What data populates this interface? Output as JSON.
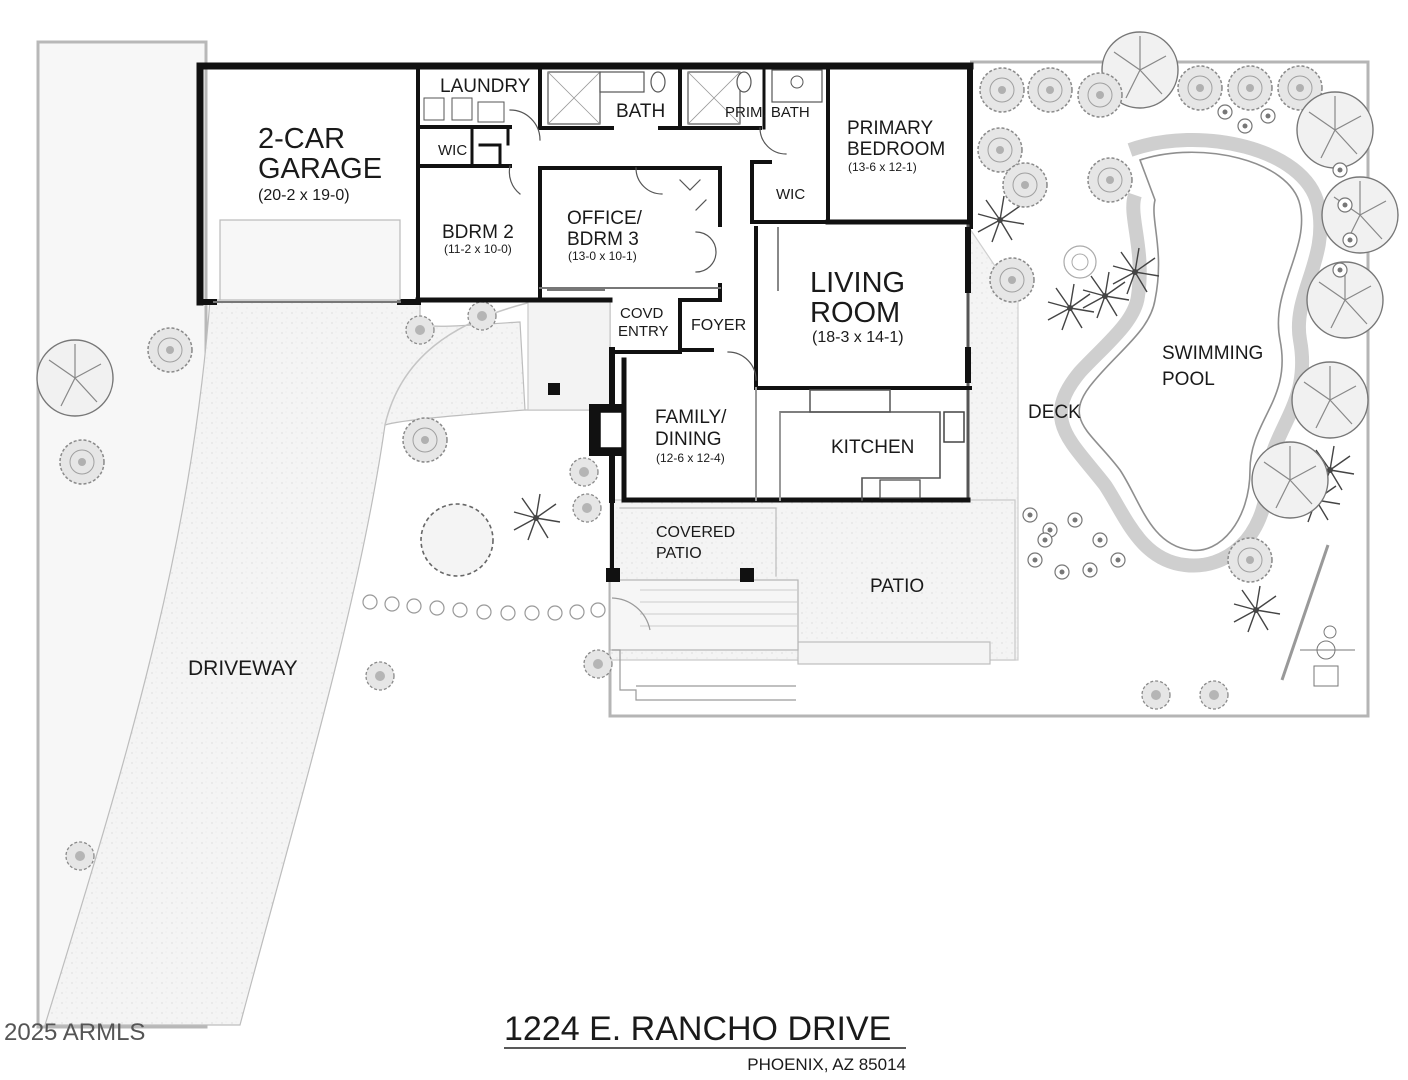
{
  "rooms": {
    "garage": {
      "name": [
        "2-CAR",
        "GARAGE"
      ],
      "size": "(20-2 x 19-0)"
    },
    "laundry": {
      "name": "LAUNDRY"
    },
    "bath": {
      "name": "BATH"
    },
    "prim_bath": {
      "name": "PRIM. BATH"
    },
    "primary_bedroom": {
      "name": [
        "PRIMARY",
        "BEDROOM"
      ],
      "size": "(13-6 x 12-1)"
    },
    "wic_left": {
      "name": "WIC"
    },
    "wic_right": {
      "name": "WIC"
    },
    "bdrm2": {
      "name": "BDRM 2",
      "size": "(11-2 x 10-0)"
    },
    "office": {
      "name": [
        "OFFICE/",
        "BDRM 3"
      ],
      "size": "(13-0 x 10-1)"
    },
    "living_room": {
      "name": [
        "LIVING",
        "ROOM"
      ],
      "size": "(18-3 x 14-1)"
    },
    "covd_entry": {
      "name": [
        "COVD",
        "ENTRY"
      ]
    },
    "foyer": {
      "name": "FOYER"
    },
    "family_dining": {
      "name": [
        "FAMILY/",
        "DINING"
      ],
      "size": "(12-6 x 12-4)"
    },
    "kitchen": {
      "name": "KITCHEN"
    },
    "covered_patio": {
      "name": [
        "COVERED",
        "PATIO"
      ]
    },
    "patio": {
      "name": "PATIO"
    },
    "deck": {
      "name": "DECK"
    },
    "pool": {
      "name": [
        "SWIMMING",
        "POOL"
      ]
    },
    "driveway": {
      "name": "DRIVEWAY"
    }
  },
  "footer": {
    "address": "1224 E. RANCHO DRIVE",
    "city": "PHOENIX, AZ 85014",
    "copyright": "2025 ARMLS"
  },
  "colors": {
    "wall": "#111111",
    "paving": "#f3f3f3",
    "landscape": "#9a9a9a"
  }
}
